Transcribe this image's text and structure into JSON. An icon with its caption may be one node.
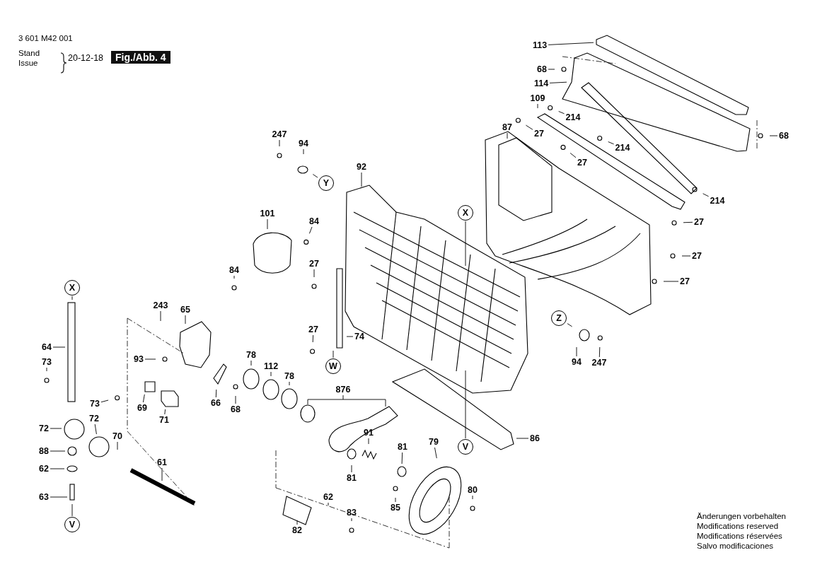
{
  "diagram": {
    "nodes": [
      {
        "text": [
          "113"
        ]
      },
      {
        "text": [
          "68"
        ]
      },
      {
        "text": [
          "114"
        ]
      },
      {
        "text": [
          "109"
        ]
      },
      {
        "text": [
          "214"
        ]
      },
      {
        "text": [
          "87"
        ]
      },
      {
        "text": [
          "27"
        ]
      },
      {
        "text": [
          "214"
        ]
      },
      {
        "text": [
          "27"
        ]
      },
      {
        "text": [
          "214"
        ]
      },
      {
        "text": [
          "27"
        ]
      },
      {
        "text": [
          "27"
        ]
      },
      {
        "text": [
          "27"
        ]
      },
      {
        "text": [
          "68"
        ]
      },
      {
        "text": [
          "247"
        ]
      },
      {
        "text": [
          "94"
        ]
      },
      {
        "text": [
          "92"
        ]
      },
      {
        "text": [
          "Y"
        ]
      },
      {
        "text": [
          "X"
        ]
      },
      {
        "text": [
          "101"
        ]
      },
      {
        "text": [
          "84"
        ]
      },
      {
        "text": [
          "84"
        ]
      },
      {
        "text": [
          "27"
        ]
      },
      {
        "text": [
          "X"
        ]
      },
      {
        "text": [
          "Z"
        ]
      },
      {
        "text": [
          "243"
        ]
      },
      {
        "text": [
          "65"
        ]
      },
      {
        "text": [
          "27"
        ]
      },
      {
        "text": [
          "74"
        ]
      },
      {
        "text": [
          "64"
        ]
      },
      {
        "text": [
          "93"
        ]
      },
      {
        "text": [
          "78"
        ]
      },
      {
        "text": [
          "112"
        ]
      },
      {
        "text": [
          "78"
        ]
      },
      {
        "text": [
          "94"
        ]
      },
      {
        "text": [
          "247"
        ]
      },
      {
        "text": [
          "73"
        ]
      },
      {
        "text": [
          "W"
        ]
      },
      {
        "text": [
          "876"
        ]
      },
      {
        "text": [
          "66"
        ]
      },
      {
        "text": [
          "68"
        ]
      },
      {
        "text": [
          "73"
        ]
      },
      {
        "text": [
          "69"
        ]
      },
      {
        "text": [
          "71"
        ]
      },
      {
        "text": [
          "72"
        ]
      },
      {
        "text": [
          "72"
        ]
      },
      {
        "text": [
          "70"
        ]
      },
      {
        "text": [
          "91"
        ]
      },
      {
        "text": [
          "81"
        ]
      },
      {
        "text": [
          "79"
        ]
      },
      {
        "text": [
          "86"
        ]
      },
      {
        "text": [
          "V"
        ]
      },
      {
        "text": [
          "88"
        ]
      },
      {
        "text": [
          "62"
        ]
      },
      {
        "text": [
          "61"
        ]
      },
      {
        "text": [
          "81"
        ]
      },
      {
        "text": [
          "80"
        ]
      },
      {
        "text": [
          "63"
        ]
      },
      {
        "text": [
          "62"
        ]
      },
      {
        "text": [
          "85"
        ]
      },
      {
        "text": [
          "83"
        ]
      },
      {
        "text": [
          "82"
        ]
      },
      {
        "text": [
          "V"
        ]
      }
    ],
    "edges": [
      {
        "from": 0,
        "to": null,
        "arrow": "none"
      },
      {
        "from": 1,
        "to": null,
        "arrow": "none"
      },
      {
        "from": 2,
        "to": null,
        "arrow": "none"
      },
      {
        "from": 3,
        "to": null,
        "arrow": "none"
      },
      {
        "from": 4,
        "to": null,
        "arrow": "none"
      },
      {
        "from": 5,
        "to": null,
        "arrow": "none"
      },
      {
        "from": 6,
        "to": null,
        "arrow": "none"
      },
      {
        "from": 7,
        "to": null,
        "arrow": "none"
      },
      {
        "from": 8,
        "to": null,
        "arrow": "none"
      },
      {
        "from": 9,
        "to": null,
        "arrow": "none"
      },
      {
        "from": 10,
        "to": null,
        "arrow": "none"
      },
      {
        "from": 11,
        "to": null,
        "arrow": "none"
      },
      {
        "from": 12,
        "to": null,
        "arrow": "none"
      },
      {
        "from": 13,
        "to": null,
        "arrow": "none"
      },
      {
        "from": 14,
        "to": null,
        "arrow": "none"
      },
      {
        "from": 15,
        "to": null,
        "arrow": "none"
      },
      {
        "from": 16,
        "to": null,
        "arrow": "none"
      },
      {
        "from": 17,
        "to": null,
        "arrow": "none",
        "style": "dashed"
      },
      {
        "from": 18,
        "to": null,
        "arrow": "none"
      },
      {
        "from": 19,
        "to": null,
        "arrow": "none"
      },
      {
        "from": 20,
        "to": null,
        "arrow": "none"
      },
      {
        "from": 21,
        "to": null,
        "arrow": "none"
      },
      {
        "from": 22,
        "to": null,
        "arrow": "none"
      },
      {
        "from": 23,
        "to": null,
        "arrow": "none"
      },
      {
        "from": 24,
        "to": null,
        "arrow": "none",
        "style": "dashed"
      },
      {
        "from": 25,
        "to": null,
        "arrow": "none"
      },
      {
        "from": 26,
        "to": null,
        "arrow": "none"
      },
      {
        "from": 27,
        "to": null,
        "arrow": "none"
      },
      {
        "from": 28,
        "to": null,
        "arrow": "none"
      },
      {
        "from": 29,
        "to": null,
        "arrow": "none"
      },
      {
        "from": 30,
        "to": null,
        "arrow": "none"
      },
      {
        "from": 31,
        "to": null,
        "arrow": "none"
      },
      {
        "from": 32,
        "to": null,
        "arrow": "none"
      },
      {
        "from": 33,
        "to": null,
        "arrow": "none"
      },
      {
        "from": 34,
        "to": null,
        "arrow": "none"
      },
      {
        "from": 35,
        "to": null,
        "arrow": "none"
      },
      {
        "from": 36,
        "to": null,
        "arrow": "none"
      },
      {
        "from": 37,
        "to": null,
        "arrow": "none"
      },
      {
        "from": 38,
        "to": null,
        "arrow": "none"
      },
      {
        "from": 39,
        "to": null,
        "arrow": "none"
      },
      {
        "from": 40,
        "to": null,
        "arrow": "none"
      },
      {
        "from": 41,
        "to": null,
        "arrow": "none"
      },
      {
        "from": 42,
        "to": null,
        "arrow": "none"
      },
      {
        "from": 43,
        "to": null,
        "arrow": "none"
      },
      {
        "from": 44,
        "to": null,
        "arrow": "none"
      },
      {
        "from": 45,
        "to": null,
        "arrow": "none"
      },
      {
        "from": 46,
        "to": null,
        "arrow": "none"
      },
      {
        "from": 47,
        "to": null,
        "arrow": "none"
      },
      {
        "from": 48,
        "to": null,
        "arrow": "none"
      },
      {
        "from": 49,
        "to": null,
        "arrow": "none"
      },
      {
        "from": 50,
        "to": null,
        "arrow": "none"
      },
      {
        "from": 51,
        "to": null,
        "arrow": "none"
      },
      {
        "from": 52,
        "to": null,
        "arrow": "none"
      },
      {
        "from": 53,
        "to": null,
        "arrow": "none"
      },
      {
        "from": 54,
        "to": null,
        "arrow": "none"
      },
      {
        "from": 55,
        "to": null,
        "arrow": "none"
      },
      {
        "from": 56,
        "to": null,
        "arrow": "none"
      },
      {
        "from": 57,
        "to": null,
        "arrow": "none"
      },
      {
        "from": 58,
        "to": null,
        "arrow": "none"
      },
      {
        "from": 59,
        "to": null,
        "arrow": "none"
      },
      {
        "from": 60,
        "to": null,
        "arrow": "none"
      },
      {
        "from": 61,
        "to": null,
        "arrow": "none"
      },
      {
        "from": 62,
        "to": null,
        "arrow": "none"
      }
    ],
    "labels": [
      "3 601 M42 001",
      "Stand",
      "Issue",
      "20-12-18",
      "Fig./Abb. 4",
      "Änderungen vorbehalten",
      "Modifications reserved",
      "Modifications réservées",
      "Salvo modificaciones"
    ]
  }
}
